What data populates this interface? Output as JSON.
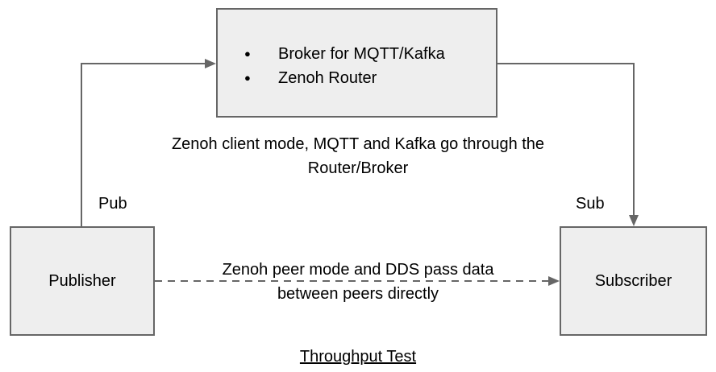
{
  "diagram": {
    "broker_box": {
      "items": [
        {
          "bullet": "●",
          "label": "Broker for MQTT/Kafka"
        },
        {
          "bullet": "●",
          "label": "Zenoh Router"
        }
      ]
    },
    "client_mode_caption": {
      "line1": "Zenoh client mode, MQTT and Kafka go through the",
      "line2": "Router/Broker"
    },
    "publisher_box": {
      "label": "Publisher"
    },
    "subscriber_box": {
      "label": "Subscriber"
    },
    "pub_label": "Pub",
    "sub_label": "Sub",
    "peer_mode_caption": {
      "line1": "Zenoh peer mode and DDS pass data",
      "line2": "between peers directly"
    },
    "title": "Throughput Test",
    "colors": {
      "box_fill": "#eeeeee",
      "box_border": "#666666",
      "connector": "#666666",
      "text": "#000000",
      "background": "#ffffff"
    }
  }
}
